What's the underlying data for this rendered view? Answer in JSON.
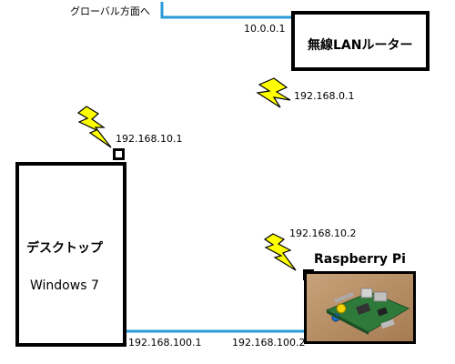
{
  "labels": {
    "global_direction": "グローバル方面へ",
    "router_wan_ip": "10.0.0.1",
    "router_name": "無線LANルーター",
    "router_lan_ip": "192.168.0.1",
    "desktop_wifi_ip": "192.168.10.1",
    "desktop_name": "デスクトップ",
    "desktop_os": "Windows 7",
    "pi_wifi_ip": "192.168.10.2",
    "pi_name": "Raspberry Pi",
    "desktop_eth_ip": "192.168.100.1",
    "pi_eth_ip": "192.168.100.2"
  },
  "colors": {
    "cable": "#2a9ad8",
    "bolt_fill": "#ffff00",
    "bolt_stroke": "#000000",
    "board_green": "#2e7a3a"
  },
  "icons": [
    "lightning-bolt-icon",
    "network-port-icon",
    "raspberry-pi-board-photo"
  ]
}
